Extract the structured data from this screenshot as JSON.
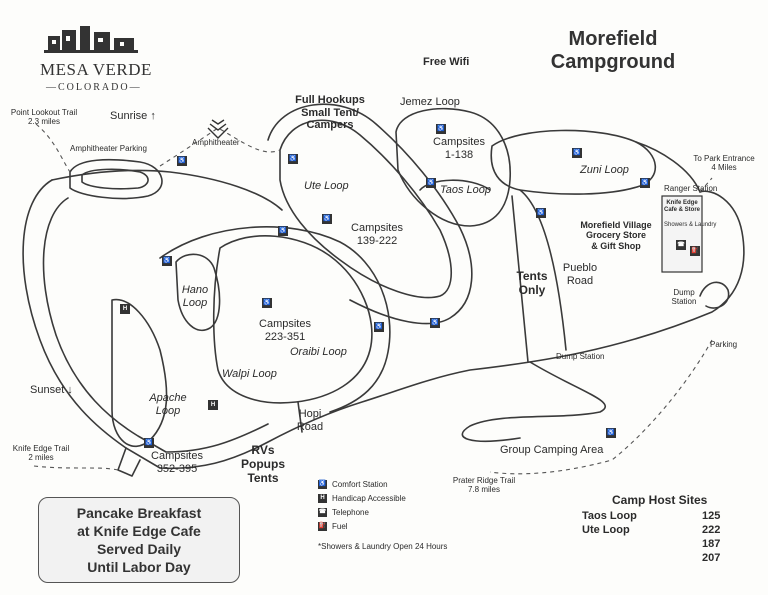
{
  "title": [
    "Morefield",
    "Campground"
  ],
  "logo": {
    "main": "MESA VERDE",
    "sub": "COLORADO"
  },
  "wifi": "Free Wifi",
  "labels": {
    "sunrise": "Sunrise ↑",
    "sunset": "Sunset ↓",
    "point_lookout": [
      "Point Lookout Trail",
      "2.3 miles"
    ],
    "amph_parking": "Amphitheater Parking",
    "amphitheater": "Amphitheater",
    "full_hookups": [
      "Full Hookups",
      "Small Tent/",
      "Campers"
    ],
    "ute_loop": "Ute Loop",
    "campsites_139": [
      "Campsites",
      "139-222"
    ],
    "jemez_loop": "Jemez Loop",
    "campsites_1": [
      "Campsites",
      "1-138"
    ],
    "taos_loop": "Taos Loop",
    "zuni_loop": "Zuni Loop",
    "park_entrance": [
      "To Park Entrance",
      "4 Miles"
    ],
    "ranger_station": "Ranger Station",
    "knife_edge_cafe": [
      "Knife Edge",
      "Cafe & Store"
    ],
    "showers_laundry": "Showers & Laundry",
    "village": [
      "Morefield Village",
      "Grocery Store",
      "& Gift Shop"
    ],
    "tents_only": [
      "Tents",
      "Only"
    ],
    "pueblo_road": [
      "Pueblo",
      "Road"
    ],
    "dump_station_right": [
      "Dump",
      "Station"
    ],
    "parking": "Parking",
    "dump_station": "Dump Station",
    "hano_loop": [
      "Hano",
      "Loop"
    ],
    "campsites_223": [
      "Campsites",
      "223-351"
    ],
    "oraibi_loop": "Oraibi Loop",
    "walpi_loop": "Walpi Loop",
    "apache_loop": [
      "Apache",
      "Loop"
    ],
    "campsites_352": [
      "Campsites",
      "352-395"
    ],
    "hopi_road": [
      "Hopi",
      "Road"
    ],
    "rvs": [
      "RVs",
      "Popups",
      "Tents"
    ],
    "group_camping": "Group Camping Area",
    "prater_ridge": [
      "Prater Ridge Trail",
      "7.8 miles"
    ],
    "knife_edge_trail": [
      "Knife Edge Trail",
      "2 miles"
    ]
  },
  "breakfast": [
    "Pancake Breakfast",
    "at Knife Edge Cafe",
    "Served Daily",
    "Until Labor Day"
  ],
  "legend": {
    "items": [
      "Comfort Station",
      "Handicap Accessible",
      "Telephone",
      "Fuel"
    ],
    "note": "*Showers & Laundry Open 24 Hours"
  },
  "camp_host": {
    "title": "Camp Host Sites",
    "rows": [
      {
        "loop": "Taos Loop",
        "site": "125"
      },
      {
        "loop": "Ute Loop",
        "site": "222"
      },
      {
        "loop": "",
        "site": "187"
      },
      {
        "loop": "",
        "site": "207"
      }
    ]
  },
  "colors": {
    "road": "#3a3a3a",
    "background": "#fdfdfb",
    "box": "#f2f2f2"
  }
}
